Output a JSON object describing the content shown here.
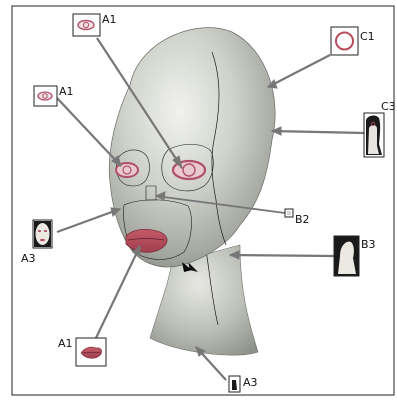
{
  "figure": {
    "callouts": [
      {
        "id": "eye-top",
        "label": "A1",
        "icon": "eye-thumbnail-icon"
      },
      {
        "id": "eye-left",
        "label": "A1",
        "icon": "eye-thumbnail-icon"
      },
      {
        "id": "lips-bottom",
        "label": "A1",
        "icon": "lips-thumbnail-icon"
      },
      {
        "id": "ring-top-right",
        "label": "C1",
        "icon": "ring-thumbnail-icon"
      },
      {
        "id": "head-silhouette",
        "label": "C3",
        "icon": "head-silhouette-thumbnail-icon"
      },
      {
        "id": "nose-patch",
        "label": "B2",
        "icon": "small-patch-thumbnail-icon"
      },
      {
        "id": "neck-silhouette",
        "label": "B3",
        "icon": "neck-silhouette-thumbnail-icon"
      },
      {
        "id": "face-left",
        "label": "A3",
        "icon": "face-thumbnail-icon"
      },
      {
        "id": "neck-bottom",
        "label": "A3",
        "icon": "small-patch-thumbnail-icon"
      }
    ],
    "colors": {
      "skin": "#c9ccc6",
      "lips": "#b84c5c",
      "eye_rim": "#b0506a",
      "border": "#222222",
      "arrow": "#777777"
    }
  }
}
